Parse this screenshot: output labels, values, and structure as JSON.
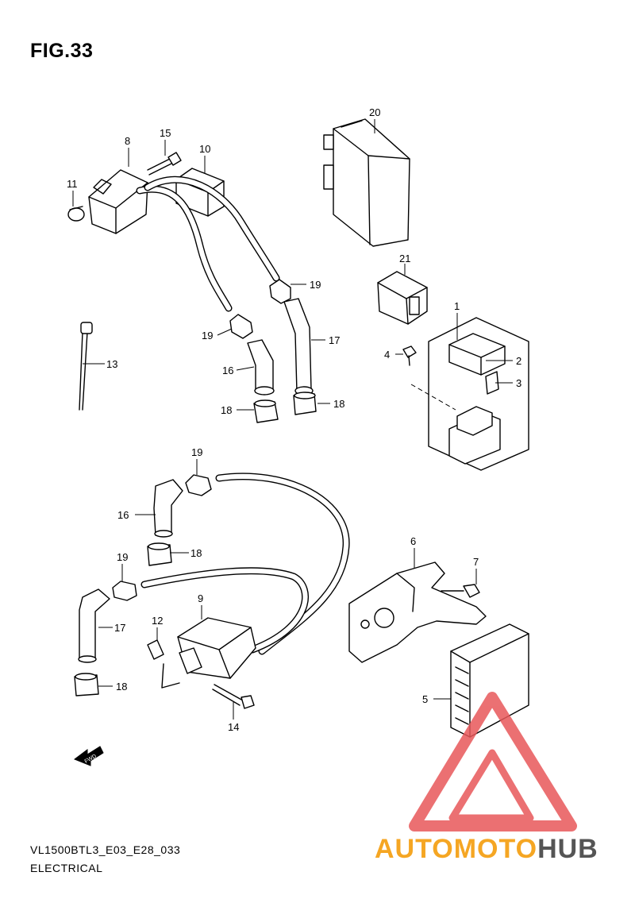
{
  "figure": {
    "title": "FIG.33",
    "model_code": "VL1500BTL3_E03_E28_033",
    "section": "ELECTRICAL"
  },
  "callouts": [
    "1",
    "2",
    "3",
    "4",
    "5",
    "6",
    "7",
    "8",
    "9",
    "10",
    "11",
    "12",
    "13",
    "14",
    "15",
    "16",
    "17",
    "18",
    "19",
    "20",
    "21"
  ],
  "fwd_marker": "FWD",
  "watermark": {
    "part1": "AUTOMOTO",
    "part2": "HUB",
    "color1": "#f5a623",
    "color2": "#555555",
    "logo_color": "#e8585a"
  }
}
